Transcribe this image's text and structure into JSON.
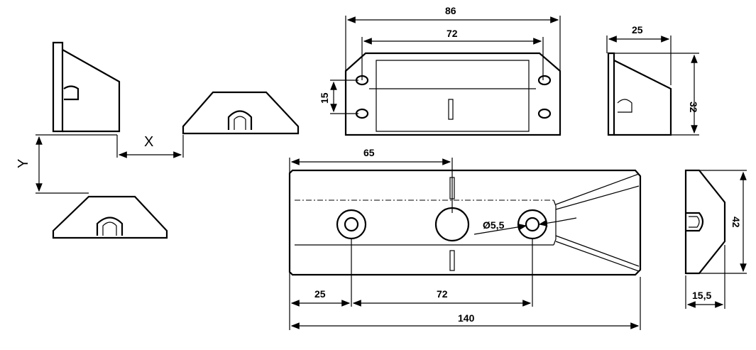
{
  "drawing": {
    "sketch": {
      "x_label": "X",
      "y_label": "Y"
    },
    "front_view": {
      "overall_width": "86",
      "hole_spacing": "72",
      "slot_spacing": "15"
    },
    "top_side_view": {
      "depth": "25",
      "height": "32"
    },
    "bottom_view": {
      "center_offset": "65",
      "hole_diameter": "Ø5,5",
      "edge_to_hole": "25",
      "hole_spacing": "72",
      "overall_length": "140"
    },
    "bottom_side_view": {
      "height": "42",
      "width": "15,5"
    }
  }
}
